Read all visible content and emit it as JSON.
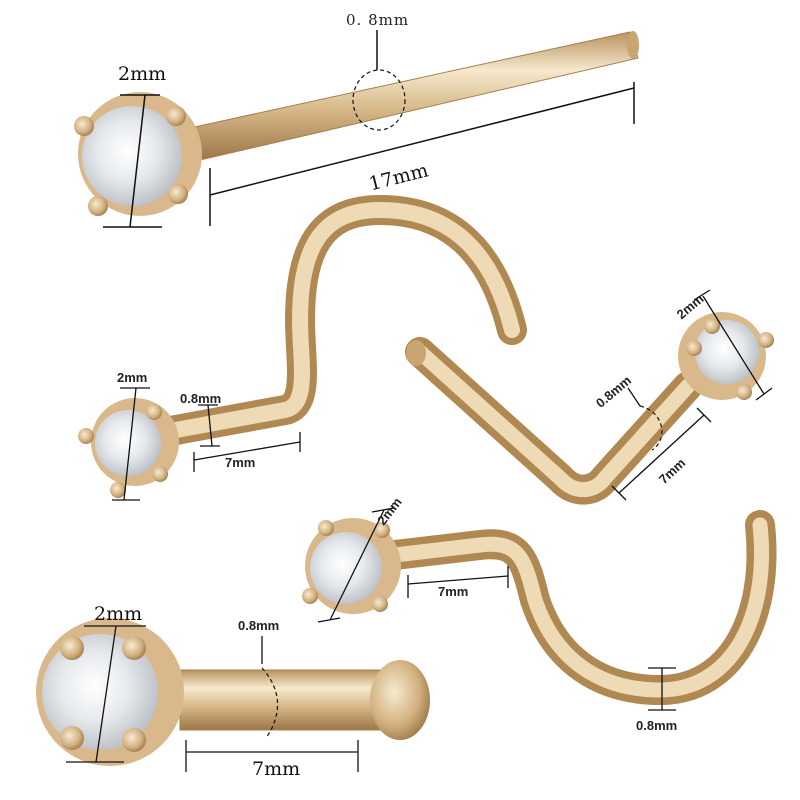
{
  "colors": {
    "gold_light": "#f3e3c4",
    "gold_mid": "#d9b98c",
    "gold_dark": "#a57f4f",
    "stone": "#eef0f2",
    "line": "#111111"
  },
  "labels": {
    "straight_pin": {
      "diameter": "0. 8mm",
      "stone": "2mm",
      "length": "17mm"
    },
    "screw_left": {
      "stone": "2mm",
      "diameter": "0.8mm",
      "length": "7mm"
    },
    "screw_right": {
      "stone": "2mm",
      "diameter": "0.8mm",
      "length": "7mm"
    },
    "screw_bottom": {
      "stone": "2mm",
      "length": "7mm",
      "diameter": "0.8mm"
    },
    "bone_stud": {
      "stone": "2mm",
      "diameter": "0.8mm",
      "length": "7mm"
    }
  }
}
